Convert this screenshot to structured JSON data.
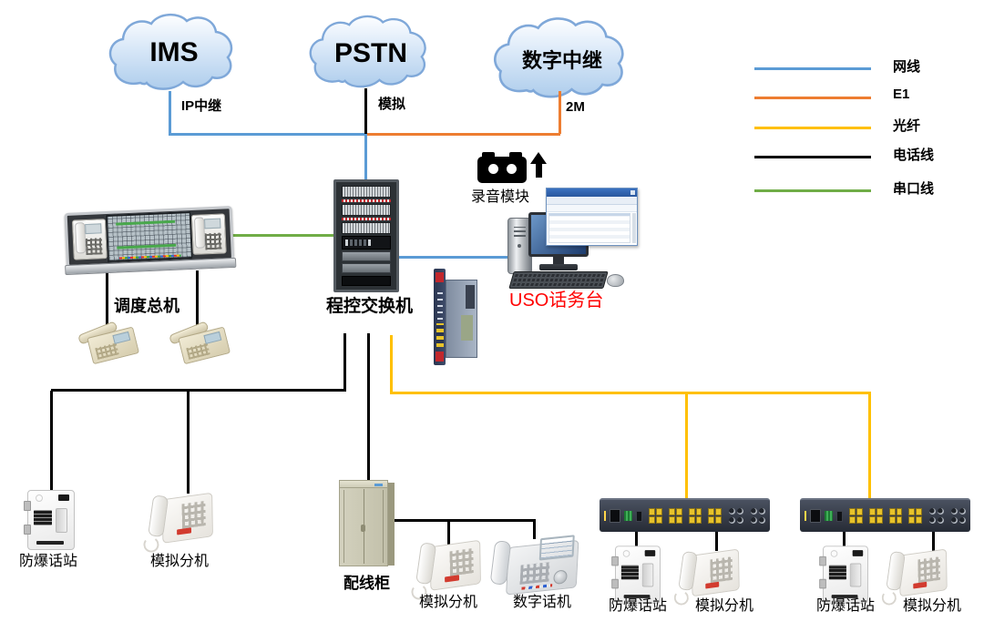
{
  "clouds": {
    "ims": "IMS",
    "pstn": "PSTN",
    "digital_trunk": "数字中继"
  },
  "trunk_labels": {
    "ims": "IP中继",
    "pstn": "模拟",
    "digital_trunk": "2M"
  },
  "legend": {
    "items": [
      {
        "label": "网线",
        "color": "#5B9BD5"
      },
      {
        "label": "E1",
        "color": "#ED7D31"
      },
      {
        "label": "光纤",
        "color": "#FFC000"
      },
      {
        "label": "电话线",
        "color": "#000000"
      },
      {
        "label": "串口线",
        "color": "#70AD47"
      }
    ]
  },
  "nodes": {
    "dispatch_console": "调度总机",
    "pbx": "程控交换机",
    "recording_module": "录音模块",
    "operator_console": "USO话务台",
    "wiring_cabinet": "配线柜",
    "explosion_proof_station": "防爆话站",
    "analog_extension": "模拟分机",
    "digital_phone": "数字话机"
  },
  "colors": {
    "operator_console_label": "#FF0000",
    "cable_network": "#5B9BD5",
    "cable_e1": "#ED7D31",
    "cable_fiber": "#FFC000",
    "cable_phone": "#000000",
    "cable_serial": "#70AD47"
  }
}
